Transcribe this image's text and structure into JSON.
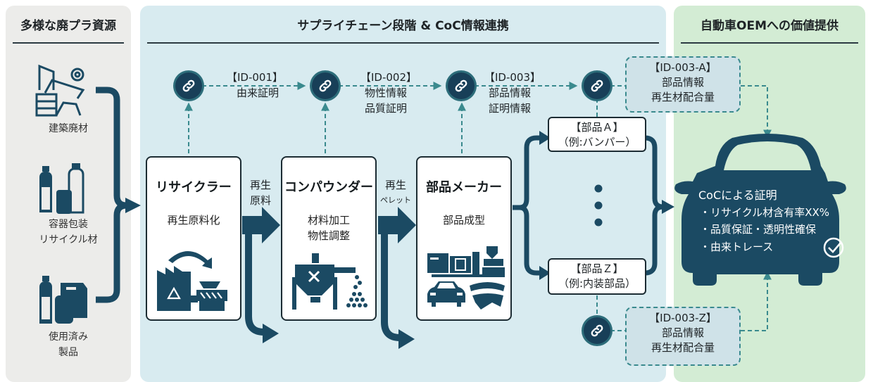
{
  "colors": {
    "navy": "#1b4a63",
    "dark": "#1c2c33",
    "teal_dash": "#3a8a8e",
    "sources_bg": "#ececea",
    "chain_bg": "#d8ebf0",
    "oem_bg": "#d3ecd4"
  },
  "sources": {
    "title": "多様な廃プラ資源",
    "items": [
      {
        "icon": "construction-waste-icon",
        "label": "建築廃材"
      },
      {
        "icon": "packaging-bottles-icon",
        "label_line1": "容器包装",
        "label_line2": "リサイクル材"
      },
      {
        "icon": "used-products-icon",
        "label_line1": "使用済み",
        "label_line2": "製品"
      }
    ]
  },
  "chain": {
    "title": "サプライチェーン段階 & CoC情報連携",
    "stages": [
      {
        "title": "リサイクラー",
        "sub_line1": "再生原料化",
        "sub_line2": "",
        "icon": "recycling-plant-icon"
      },
      {
        "title": "コンパウンダー",
        "sub_line1": "材料加工",
        "sub_line2": "物性調整",
        "icon": "compounding-mixer-icon"
      },
      {
        "title": "部品メーカー",
        "sub_line1": "部品成型",
        "sub_line2": "",
        "icon": "molding-machine-icon"
      }
    ],
    "flows": [
      {
        "line1": "再生",
        "line2": "原料"
      },
      {
        "line1": "再生",
        "line2": "ペレット"
      }
    ],
    "ids": [
      {
        "id": "【ID-001】",
        "line1": "由来証明",
        "line2": ""
      },
      {
        "id": "【ID-002】",
        "line1": "物性情報",
        "line2": "品質証明"
      },
      {
        "id": "【ID-003】",
        "line1": "部品情報",
        "line2": "証明情報"
      }
    ],
    "parts": [
      {
        "name": "【部品Ａ】",
        "example": "（例:バンパー）"
      },
      {
        "name": "【部品Ｚ】",
        "example": "（例:内装部品）"
      }
    ],
    "part_ids": [
      {
        "id": "【ID-003-A】",
        "line1": "部品情報",
        "line2": "再生材配合量"
      },
      {
        "id": "【ID-003-Z】",
        "line1": "部品情報",
        "line2": "再生材配合量"
      }
    ]
  },
  "oem": {
    "title": "自動車OEMへの価値提供",
    "car_heading": "CoCによる証明",
    "benefits": [
      "・リサイクル材含有率XX%",
      "・品質保証・透明性確保",
      "・由来トレース"
    ],
    "check_icon": "check-circle-icon"
  }
}
